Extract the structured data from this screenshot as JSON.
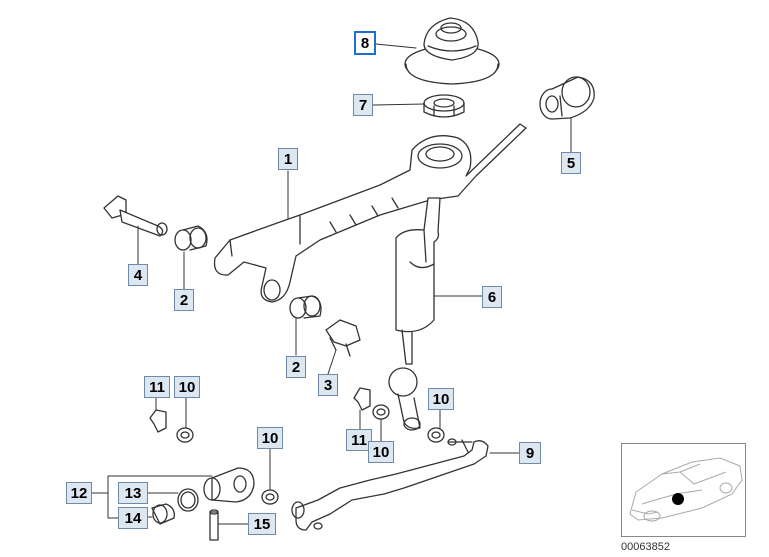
{
  "callouts": [
    {
      "id": "1",
      "label": "1",
      "selected": false
    },
    {
      "id": "2a",
      "label": "2",
      "selected": false
    },
    {
      "id": "2b",
      "label": "2",
      "selected": false
    },
    {
      "id": "3",
      "label": "3",
      "selected": false
    },
    {
      "id": "4",
      "label": "4",
      "selected": false
    },
    {
      "id": "5",
      "label": "5",
      "selected": false
    },
    {
      "id": "6",
      "label": "6",
      "selected": false
    },
    {
      "id": "7",
      "label": "7",
      "selected": false
    },
    {
      "id": "8",
      "label": "8",
      "selected": true
    },
    {
      "id": "9",
      "label": "9",
      "selected": false
    },
    {
      "id": "10a",
      "label": "10",
      "selected": false
    },
    {
      "id": "10b",
      "label": "10",
      "selected": false
    },
    {
      "id": "10c",
      "label": "10",
      "selected": false
    },
    {
      "id": "10d",
      "label": "10",
      "selected": false
    },
    {
      "id": "11a",
      "label": "11",
      "selected": false
    },
    {
      "id": "11b",
      "label": "11",
      "selected": false
    },
    {
      "id": "12",
      "label": "12",
      "selected": false
    },
    {
      "id": "13",
      "label": "13",
      "selected": false
    },
    {
      "id": "14",
      "label": "14",
      "selected": false
    },
    {
      "id": "15",
      "label": "15",
      "selected": false
    }
  ],
  "reference_number": "00063852",
  "colors": {
    "callout_fill": "#dde7f1",
    "callout_border": "#6f8aa8",
    "selected_border": "#1f6fd1",
    "line": "#333333"
  }
}
